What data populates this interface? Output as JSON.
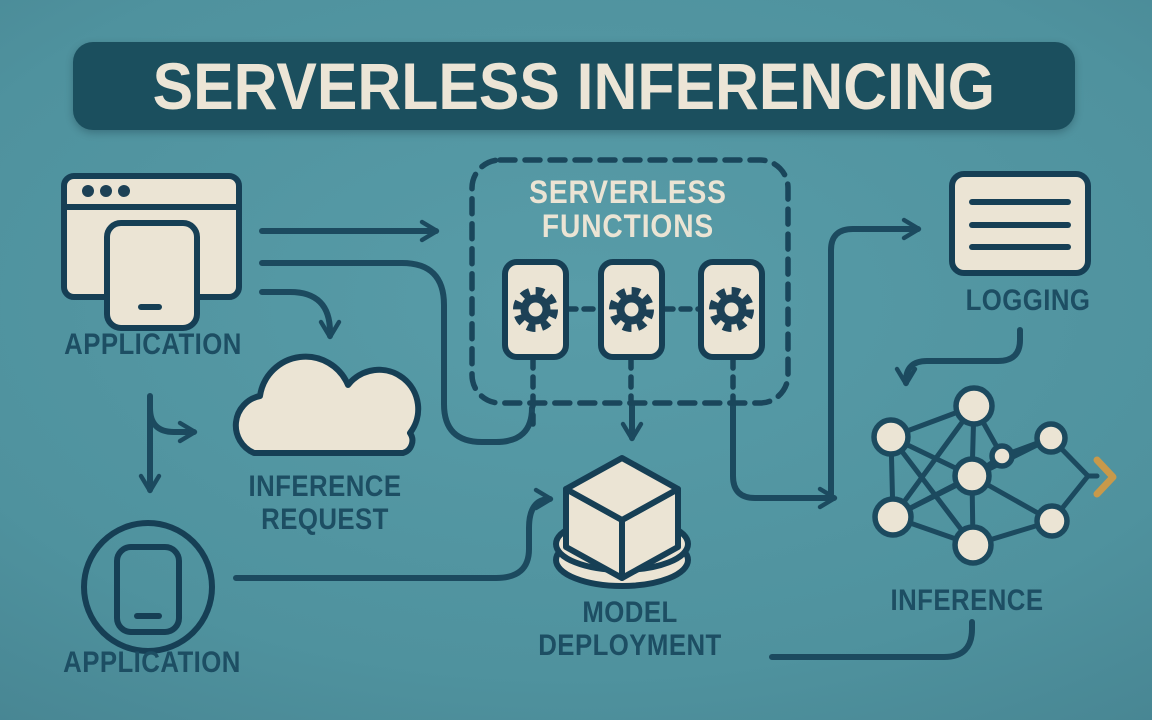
{
  "palette": {
    "background_teal": "#4f929e",
    "banner_teal": "#1b4f5e",
    "ink_navy": "#1c4a5f",
    "cream": "#ebe4d4",
    "label_navy": "#1d4e63",
    "gold_accent": "#c8994a"
  },
  "title": {
    "text": "SERVERLESS INFERENCING"
  },
  "nodes": {
    "application_web": {
      "label": "APPLICATION"
    },
    "inference_request": {
      "label_line1": "INFERENCE",
      "label_line2": "REQUEST"
    },
    "application_mobile": {
      "label": "APPLICATION"
    },
    "serverless_functions": {
      "title_line1": "SERVERLESS",
      "title_line2": "FUNCTIONS",
      "function_count": 3
    },
    "model_deployment": {
      "label_line1": "MODEL",
      "label_line2": "DEPLOYMENT"
    },
    "logging": {
      "label": "LOGGING"
    },
    "inference": {
      "label": "INFERENCE"
    }
  }
}
